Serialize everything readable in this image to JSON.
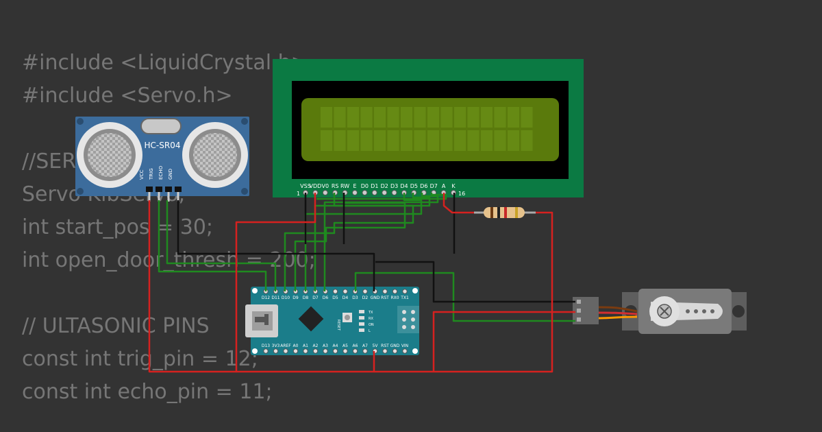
{
  "code_lines": [
    "#include <LiquidCrystal.h>",
    "#include <Servo.h>",
    "",
    "//SERVO",
    "Servo KibServo;",
    "int start_pos = 30;",
    "int open_door_thresh = 200;",
    "",
    "// ULTASONIC PINS",
    "const int trig_pin = 12;",
    "const int echo_pin = 11;"
  ],
  "sensor": {
    "model": "HC-SR04",
    "pins": [
      "VCC",
      "TRIG",
      "ECHO",
      "GND"
    ]
  },
  "lcd": {
    "pin_labels": [
      "VSS",
      "VDD",
      "V0",
      "RS",
      "RW",
      "E",
      "D0",
      "D1",
      "D2",
      "D3",
      "D4",
      "D5",
      "D6",
      "D7",
      "A",
      "K"
    ],
    "first_pin": "1",
    "last_pin": "16"
  },
  "arduino": {
    "top_pins": [
      "D12",
      "D11",
      "D10",
      "D9",
      "D8",
      "D7",
      "D6",
      "D5",
      "D4",
      "D3",
      "D2",
      "GND",
      "RST",
      "RX0",
      "TX1"
    ],
    "bottom_pins": [
      "D13",
      "3V3",
      "AREF",
      "A0",
      "A1",
      "A2",
      "A3",
      "A4",
      "A5",
      "A6",
      "A7",
      "5V",
      "RST",
      "GND",
      "VIN"
    ],
    "reset_label": "RESET",
    "leds": [
      "TX",
      "RX",
      "ON",
      "L"
    ]
  },
  "colors": {
    "background": "#333333",
    "code_text": "#767676",
    "sensor_board": "#3c6c9c",
    "lcd_board": "#0b7a43",
    "lcd_screen": "#5a7a0c",
    "arduino_board": "#1b7d8a",
    "wire_red": "#d6211f",
    "wire_green": "#1f8a1f",
    "wire_black": "#111111"
  }
}
